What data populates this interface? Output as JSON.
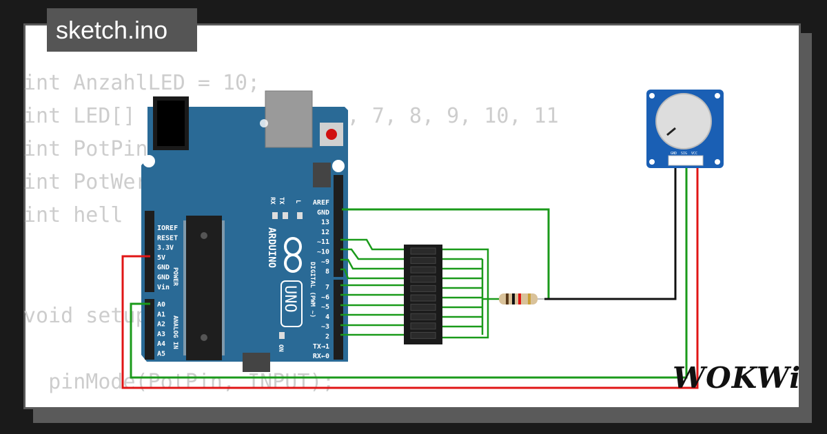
{
  "tab": {
    "title": "sketch.ino"
  },
  "code": {
    "lines": [
      "int AnzahlLED = 10;",
      "int LED[] = {2, 3, 4, 5, 6, 7, 8, 9, 10, 11",
      "int PotPin",
      "int PotWert",
      "int hell",
      "",
      "void setup()",
      "",
      "  pinMode(PotPin, INPUT);"
    ]
  },
  "arduino": {
    "brand": "ARDUINO",
    "model": "UNO",
    "on_label": "ON",
    "tx_label": "TX",
    "rx_label": "RX",
    "l_label": "L",
    "power_pins": [
      "IOREF",
      "RESET",
      "3.3V",
      "5V",
      "GND",
      "GND",
      "Vin"
    ],
    "power_label": "POWER",
    "analog_pins": [
      "A0",
      "A1",
      "A2",
      "A3",
      "A4",
      "A5"
    ],
    "analog_label": "ANALOG IN",
    "digital_pins_top": [
      "AREF",
      "GND",
      "13",
      "12",
      "~11",
      "~10",
      "~9",
      "8"
    ],
    "digital_pins_bottom": [
      "7",
      "~6",
      "~5",
      "4",
      "~3",
      "2",
      "TX→1",
      "RX←0"
    ],
    "digital_label": "DIGITAL (PWM ~)"
  },
  "potentiometer": {
    "pins": [
      "GND",
      "SIG",
      "VCC"
    ]
  },
  "logo": {
    "text": "WOKWi"
  },
  "colors": {
    "board": "#2a6a96",
    "wire_green": "#1a9a1a",
    "wire_red": "#e01515",
    "wire_black": "#111111",
    "bargraph": "#1a1a1a",
    "code_text": "#cdcdcd"
  }
}
